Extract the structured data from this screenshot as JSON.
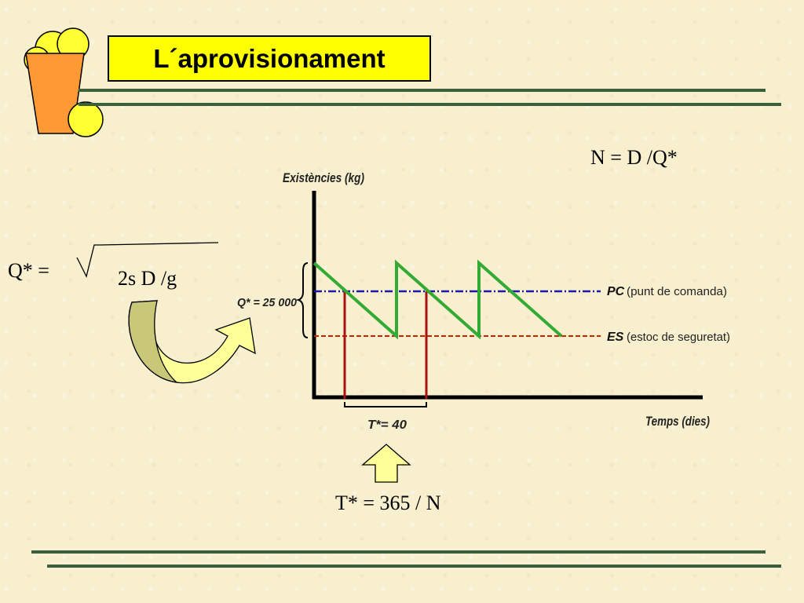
{
  "title": "L´aprovisionament",
  "formulas": {
    "n_formula": "N = D /Q*",
    "q_label": "Q* =",
    "q_radicand": "2s D /g",
    "t_formula": "T* = 365 / N"
  },
  "diagram": {
    "y_axis_label": "Existències (kg)",
    "x_axis_label": "Temps (dies)",
    "q_star_label": "Q* = 25 000",
    "t_star_label": "T*= 40",
    "pc_abbr": "PC",
    "pc_label": "(punt de comanda)",
    "es_abbr": "ES",
    "es_label": "(estoc de seguretat)"
  },
  "colors": {
    "title_bg": "#ffff00",
    "sawtooth": "#33aa33",
    "pc_line": "#1a1aaa",
    "es_line": "#cc2200",
    "divider": "#3b5e3b",
    "arrow_fill": "#ffff99",
    "curved_arrow_dark": "#c8c878",
    "basket": "#ff9933"
  },
  "icons": {
    "logo": "fruit-basket-icon",
    "curved_arrow": "curved-arrow-icon",
    "up_arrow": "up-arrow-icon"
  }
}
